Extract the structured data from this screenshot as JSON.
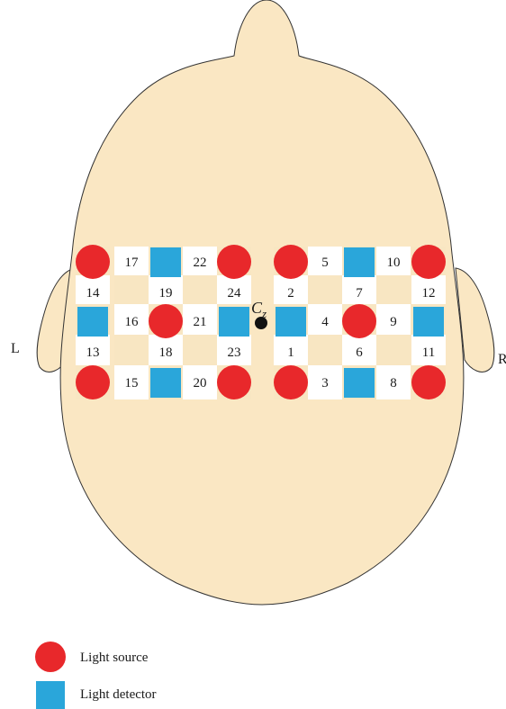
{
  "colors": {
    "skin": "#fae7c3",
    "outline": "#333333",
    "source": "#e8282b",
    "detector": "#2aa6da",
    "cell_white": "#ffffff",
    "cell_skin": "#f8e6c2",
    "reference": "#111111"
  },
  "sides": {
    "left": "L",
    "right": "R"
  },
  "reference_point": {
    "label_main": "C",
    "label_sub": "z"
  },
  "channels": [
    "1",
    "2",
    "3",
    "4",
    "5",
    "6",
    "7",
    "8",
    "9",
    "10",
    "11",
    "12",
    "13",
    "14",
    "15",
    "16",
    "17",
    "18",
    "19",
    "20",
    "21",
    "22",
    "23",
    "24"
  ],
  "legend": {
    "source_label": "Light source",
    "detector_label": "Light detector"
  }
}
